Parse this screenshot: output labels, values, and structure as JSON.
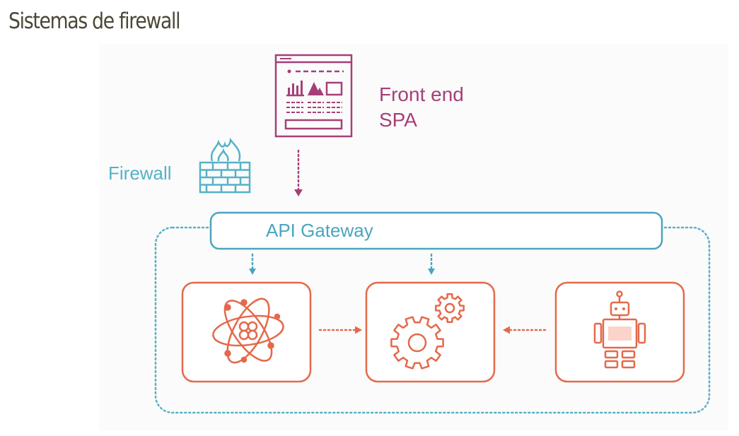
{
  "slide": {
    "title": "Sistemas de firewall"
  },
  "diagram": {
    "frontend": {
      "line1": "Front end",
      "line2": "SPA",
      "icon": "webpage-layout-icon"
    },
    "firewall": {
      "label": "Firewall",
      "icon": "firewall-icon"
    },
    "gateway": {
      "label": "API Gateway"
    },
    "services": [
      {
        "icon": "atom-icon"
      },
      {
        "icon": "gears-icon"
      },
      {
        "icon": "robot-icon"
      }
    ],
    "colors": {
      "frontend": "#a63f78",
      "firewall": "#55b2c7",
      "gateway": "#4aa5be",
      "service": "#e4694a",
      "title": "#4d4738"
    }
  }
}
